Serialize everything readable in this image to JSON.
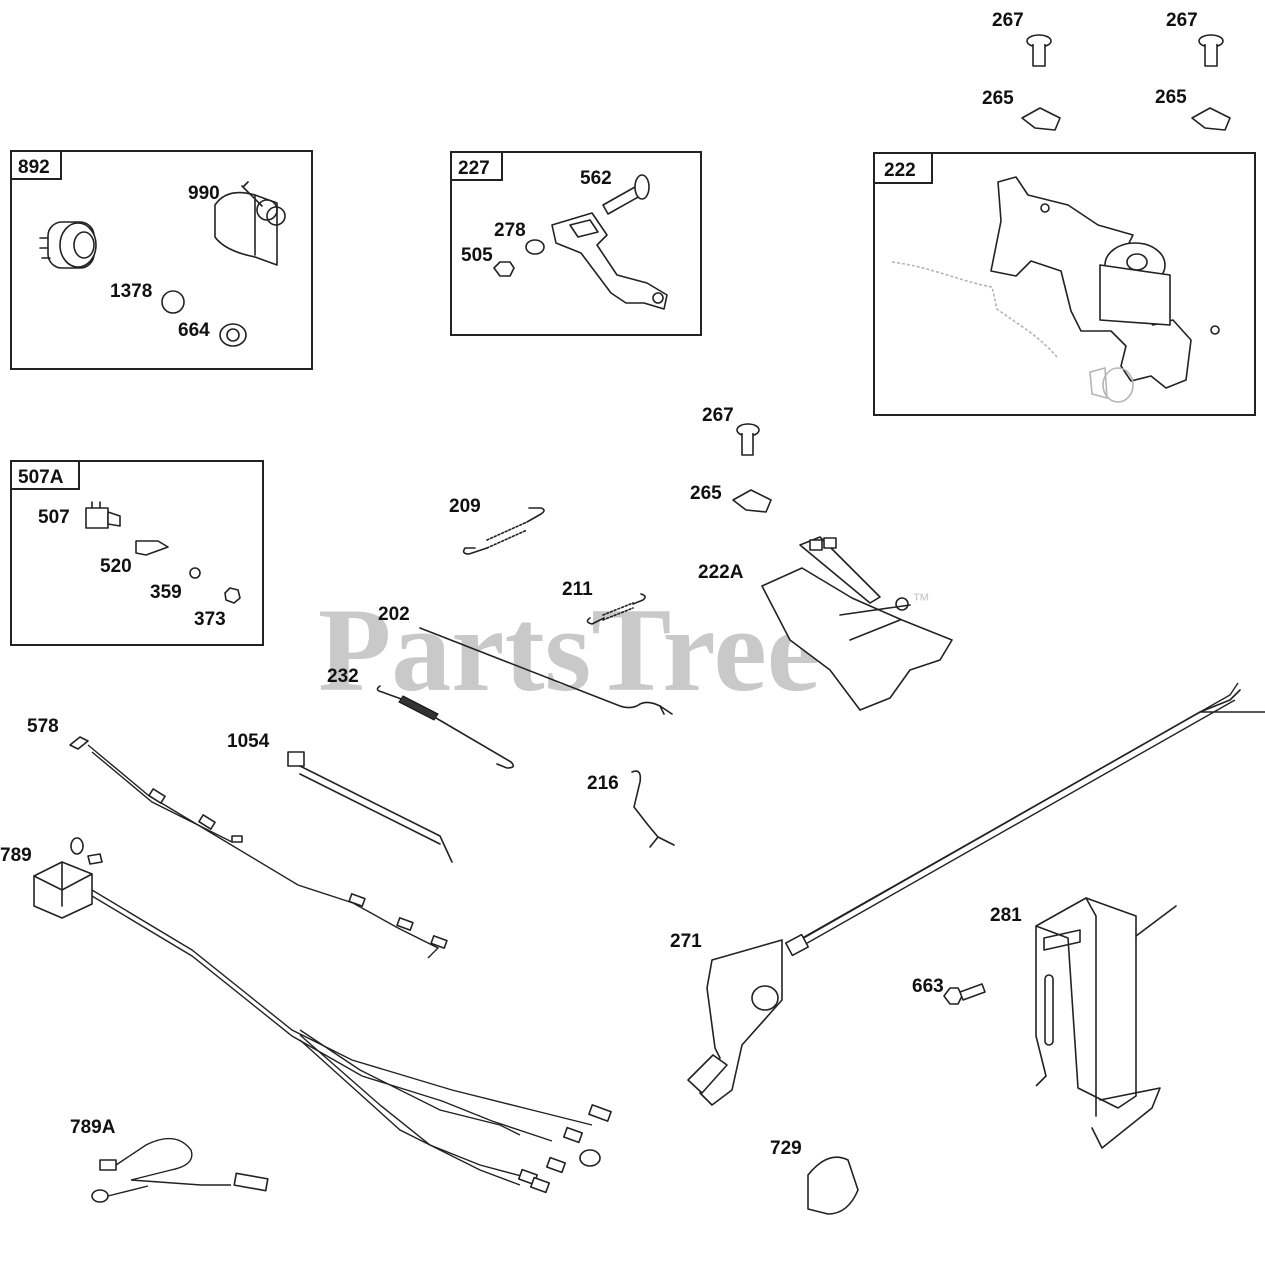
{
  "watermark": {
    "text": "PartsTree",
    "trademark": "™"
  },
  "callouts": [
    {
      "id": "c267a",
      "text": "267"
    },
    {
      "id": "c267b",
      "text": "267"
    },
    {
      "id": "c265a",
      "text": "265"
    },
    {
      "id": "c265b",
      "text": "265"
    },
    {
      "id": "c990",
      "text": "990"
    },
    {
      "id": "c1378",
      "text": "1378"
    },
    {
      "id": "c664",
      "text": "664"
    },
    {
      "id": "c562",
      "text": "562"
    },
    {
      "id": "c278",
      "text": "278"
    },
    {
      "id": "c505",
      "text": "505"
    },
    {
      "id": "c267c",
      "text": "267"
    },
    {
      "id": "c265c",
      "text": "265"
    },
    {
      "id": "c209",
      "text": "209"
    },
    {
      "id": "c211",
      "text": "211"
    },
    {
      "id": "c222A",
      "text": "222A"
    },
    {
      "id": "c202",
      "text": "202"
    },
    {
      "id": "c232",
      "text": "232"
    },
    {
      "id": "c507",
      "text": "507"
    },
    {
      "id": "c520",
      "text": "520"
    },
    {
      "id": "c359",
      "text": "359"
    },
    {
      "id": "c373",
      "text": "373"
    },
    {
      "id": "c578",
      "text": "578"
    },
    {
      "id": "c1054",
      "text": "1054"
    },
    {
      "id": "c216",
      "text": "216"
    },
    {
      "id": "c789",
      "text": "789"
    },
    {
      "id": "c271",
      "text": "271"
    },
    {
      "id": "c281",
      "text": "281"
    },
    {
      "id": "c663",
      "text": "663"
    },
    {
      "id": "c789A",
      "text": "789A"
    },
    {
      "id": "c729",
      "text": "729"
    }
  ],
  "boxes": [
    {
      "id": "box892",
      "label": "892"
    },
    {
      "id": "box227",
      "label": "227"
    },
    {
      "id": "box222",
      "label": "222"
    },
    {
      "id": "box507A",
      "label": "507A"
    }
  ]
}
